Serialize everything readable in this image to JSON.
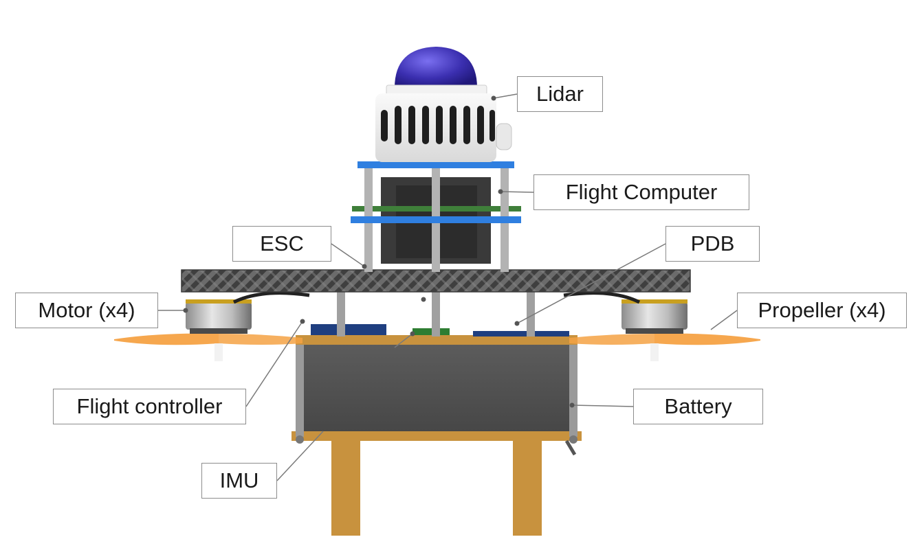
{
  "labels": {
    "lidar": "Lidar",
    "flight_computer": "Flight Computer",
    "esc": "ESC",
    "pdb": "PDB",
    "motor": "Motor (x4)",
    "propeller": "Propeller (x4)",
    "flight_controller": "Flight controller",
    "battery": "Battery",
    "imu": "IMU"
  },
  "colors": {
    "lidar_dome": "#3b2fb0",
    "lidar_body": "#f2f2f2",
    "plate_accent": "#2f7fe0",
    "carbon_frame": "#5a5a5a",
    "propeller": "#f5a244",
    "wood_stand": "#c8923e",
    "battery": "#555555",
    "label_border": "#8c8c8c",
    "leader_line": "#7a7a7a"
  }
}
